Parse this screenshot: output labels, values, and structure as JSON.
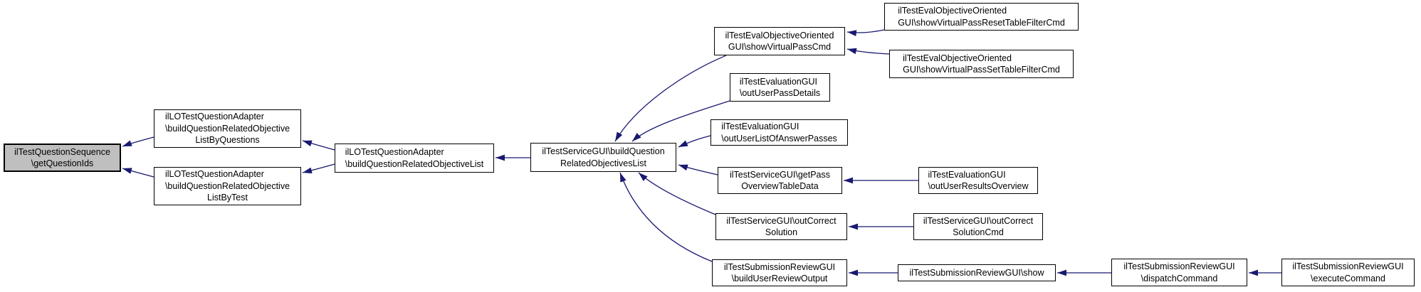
{
  "diagram": {
    "kind": "caller-graph",
    "colors": {
      "edge": "#191970",
      "node_border": "#000000",
      "node_fill": "#ffffff",
      "current_node_fill": "#bfbfbf",
      "background": "#ffffff"
    },
    "nodes": [
      {
        "id": "n0",
        "function": "ilTestQuestionSequence\\getQuestionIds",
        "current": true,
        "lines": [
          "ilTestQuestionSequence",
          "\\getQuestionIds"
        ]
      },
      {
        "id": "n1",
        "function": "ilLOTestQuestionAdapter\\buildQuestionRelatedObjectiveListByQuestions",
        "lines": [
          "ilLOTestQuestionAdapter",
          "\\buildQuestionRelatedObjective",
          "ListByQuestions"
        ]
      },
      {
        "id": "n2",
        "function": "ilLOTestQuestionAdapter\\buildQuestionRelatedObjectiveListByTest",
        "lines": [
          "ilLOTestQuestionAdapter",
          "\\buildQuestionRelatedObjective",
          "ListByTest"
        ]
      },
      {
        "id": "n3",
        "function": "ilLOTestQuestionAdapter\\buildQuestionRelatedObjectiveList",
        "lines": [
          "ilLOTestQuestionAdapter",
          "\\buildQuestionRelatedObjectiveList"
        ]
      },
      {
        "id": "n4",
        "function": "ilTestServiceGUI\\buildQuestionRelatedObjectivesList",
        "lines": [
          "ilTestServiceGUI\\buildQuestion",
          "RelatedObjectivesList"
        ]
      },
      {
        "id": "n5",
        "function": "ilTestEvalObjectiveOrientedGUI\\showVirtualPassCmd",
        "lines": [
          "ilTestEvalObjectiveOriented",
          "GUI\\showVirtualPassCmd"
        ]
      },
      {
        "id": "n6",
        "function": "ilTestEvaluationGUI\\outUserPassDetails",
        "lines": [
          "ilTestEvaluationGUI",
          "\\outUserPassDetails"
        ]
      },
      {
        "id": "n7",
        "function": "ilTestEvaluationGUI\\outUserListOfAnswerPasses",
        "lines": [
          "ilTestEvaluationGUI",
          "\\outUserListOfAnswerPasses"
        ]
      },
      {
        "id": "n8",
        "function": "ilTestServiceGUI\\getPassOverviewTableData",
        "lines": [
          "ilTestServiceGUI\\getPass",
          "OverviewTableData"
        ]
      },
      {
        "id": "n9",
        "function": "ilTestServiceGUI\\outCorrectSolution",
        "lines": [
          "ilTestServiceGUI\\outCorrect",
          "Solution"
        ]
      },
      {
        "id": "n10",
        "function": "ilTestSubmissionReviewGUI\\buildUserReviewOutput",
        "lines": [
          "ilTestSubmissionReviewGUI",
          "\\buildUserReviewOutput"
        ]
      },
      {
        "id": "n11",
        "function": "ilTestEvalObjectiveOrientedGUI\\showVirtualPassResetTableFilterCmd",
        "lines": [
          "ilTestEvalObjectiveOriented",
          "GUI\\showVirtualPassResetTableFilterCmd"
        ]
      },
      {
        "id": "n12",
        "function": "ilTestEvalObjectiveOrientedGUI\\showVirtualPassSetTableFilterCmd",
        "lines": [
          "ilTestEvalObjectiveOriented",
          "GUI\\showVirtualPassSetTableFilterCmd"
        ]
      },
      {
        "id": "n13",
        "function": "ilTestEvaluationGUI\\outUserResultsOverview",
        "lines": [
          "ilTestEvaluationGUI",
          "\\outUserResultsOverview"
        ]
      },
      {
        "id": "n14",
        "function": "ilTestServiceGUI\\outCorrectSolutionCmd",
        "lines": [
          "ilTestServiceGUI\\outCorrect",
          "SolutionCmd"
        ]
      },
      {
        "id": "n15",
        "function": "ilTestSubmissionReviewGUI\\show",
        "lines": [
          "ilTestSubmissionReviewGUI\\show"
        ]
      },
      {
        "id": "n16",
        "function": "ilTestSubmissionReviewGUI\\dispatchCommand",
        "lines": [
          "ilTestSubmissionReviewGUI",
          "\\dispatchCommand"
        ]
      },
      {
        "id": "n17",
        "function": "ilTestSubmissionReviewGUI\\executeCommand",
        "lines": [
          "ilTestSubmissionReviewGUI",
          "\\executeCommand"
        ]
      }
    ],
    "edges": [
      {
        "caller": "n1",
        "callee": "n0"
      },
      {
        "caller": "n2",
        "callee": "n0"
      },
      {
        "caller": "n3",
        "callee": "n1"
      },
      {
        "caller": "n3",
        "callee": "n2"
      },
      {
        "caller": "n4",
        "callee": "n3"
      },
      {
        "caller": "n5",
        "callee": "n4"
      },
      {
        "caller": "n6",
        "callee": "n4"
      },
      {
        "caller": "n7",
        "callee": "n4"
      },
      {
        "caller": "n8",
        "callee": "n4"
      },
      {
        "caller": "n9",
        "callee": "n4"
      },
      {
        "caller": "n10",
        "callee": "n4"
      },
      {
        "caller": "n11",
        "callee": "n5"
      },
      {
        "caller": "n12",
        "callee": "n5"
      },
      {
        "caller": "n13",
        "callee": "n8"
      },
      {
        "caller": "n14",
        "callee": "n9"
      },
      {
        "caller": "n15",
        "callee": "n10"
      },
      {
        "caller": "n16",
        "callee": "n15"
      },
      {
        "caller": "n17",
        "callee": "n16"
      }
    ]
  }
}
